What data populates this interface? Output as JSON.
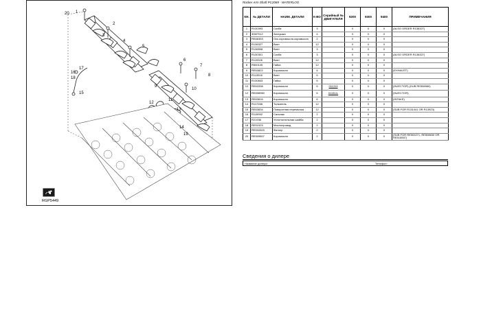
{
  "diagram": {
    "figure_code": "RGP5449",
    "logo": "john-deere-deer-logo",
    "callouts": [
      "20",
      "1",
      "2",
      "3",
      "4",
      "5",
      "6",
      "7",
      "8",
      "9",
      "10",
      "11",
      "12",
      "13",
      "14",
      "15",
      "16",
      "17",
      "18",
      "19"
    ]
  },
  "document": {
    "title": "Rocker Arm Shaft PC2069 - WATERLOO",
    "columns": {
      "item": "КН.",
      "part_no": "№ ДЕТАЛИ",
      "name": "НАИМ. ДЕТАЛИ",
      "qty": "К-ВО",
      "serial": "Серийный № ДВИГАТЕЛЯ",
      "m9200": "9200",
      "m9300": "9300",
      "m9400": "9400",
      "notes": "ПРИМЕЧАНИЯ"
    },
    "rows": [
      {
        "item": "1",
        "part_no": "R130393",
        "name": "Скоба",
        "qty": "3",
        "serial": "",
        "m9200": "X",
        "m9300": "X",
        "m9400": "X",
        "notes": "(ALSO ORDER R136327)"
      },
      {
        "item": "2",
        "part_no": "30M7012",
        "name": "Заглушка",
        "qty": "4",
        "serial": "",
        "m9200": "X",
        "m9300": "X",
        "m9400": "X",
        "notes": ""
      },
      {
        "item": "3",
        "part_no": "RE66353",
        "name": "Ось коромысла коромысла",
        "qty": "2",
        "serial": "",
        "m9200": "X",
        "m9300": "X",
        "m9400": "X",
        "notes": ""
      },
      {
        "item": "4",
        "part_no": "R136327",
        "name": "Винт",
        "qty": "12",
        "serial": "",
        "m9200": "X",
        "m9300": "X",
        "m9400": "X",
        "notes": ""
      },
      {
        "item": "5",
        "part_no": "R136508",
        "name": "Винт",
        "qty": "3",
        "serial": "",
        "m9200": "X",
        "m9300": "X",
        "m9400": "X",
        "notes": ""
      },
      {
        "item": "6",
        "part_no": "R130301",
        "name": "Скоба",
        "qty": "3",
        "serial": "",
        "m9200": "X",
        "m9300": "X",
        "m9400": "X",
        "notes": "(ALSO ORDER R136327)"
      },
      {
        "item": "7",
        "part_no": "R119326",
        "name": "Винт",
        "qty": "12",
        "serial": "",
        "m9200": "X",
        "m9300": "X",
        "m9400": "X",
        "notes": ""
      },
      {
        "item": "8",
        "part_no": "R500145",
        "name": "Гайка",
        "qty": "12",
        "serial": "",
        "m9200": "X",
        "m9300": "X",
        "m9400": "X",
        "notes": ""
      },
      {
        "item": "9",
        "part_no": "RE63822",
        "name": "Коромысло",
        "qty": "6",
        "serial": "",
        "m9200": "X",
        "m9300": "X",
        "m9400": "X",
        "notes": "(EXHAUST)"
      },
      {
        "item": "10",
        "part_no": "R113516",
        "name": "Винт",
        "qty": "6",
        "serial": "",
        "m9200": "X",
        "m9300": "X",
        "m9400": "X",
        "notes": ""
      },
      {
        "item": "11",
        "part_no": "R130843",
        "name": "Гайка",
        "qty": "6",
        "serial": "",
        "m9200": "X",
        "m9300": "X",
        "m9400": "X",
        "notes": ""
      },
      {
        "item": "12",
        "part_no": "RE63338",
        "name": "Коромысло",
        "qty": "6",
        "serial": "011313",
        "m9200": "X",
        "m9300": "X",
        "m9400": "X",
        "notes": "(INJECTOR) (SUB RE508960)"
      },
      {
        "item": "12",
        "part_no": "RE508960",
        "name": "Коромысло",
        "qty": "6",
        "serial": "011314-",
        "m9200": "X",
        "m9300": "X",
        "m9400": "X",
        "notes": "(INJECTOR)"
      },
      {
        "item": "13",
        "part_no": "RE63816",
        "name": "Коромысло",
        "qty": "6",
        "serial": "",
        "m9200": "X",
        "m9300": "X",
        "m9400": "X",
        "notes": "(INTAKE)"
      },
      {
        "item": "14",
        "part_no": "R117288",
        "name": "Толкатель",
        "qty": "12",
        "serial": "",
        "m9200": "X",
        "m9300": "X",
        "m9400": "X",
        "notes": ""
      },
      {
        "item": "15",
        "part_no": "RE63834",
        "name": "Поворотная перемычка",
        "qty": "12",
        "serial": "",
        "m9200": "X",
        "m9300": "X",
        "m9400": "X",
        "notes": "(SUB FOR R131441 OR R13923)"
      },
      {
        "item": "16",
        "part_no": "R115992",
        "name": "Сальник",
        "qty": "2",
        "serial": "",
        "m9200": "X",
        "m9300": "X",
        "m9400": "X",
        "notes": ""
      },
      {
        "item": "17",
        "part_no": "R21936",
        "name": "Уплотнительная шайба",
        "qty": "2",
        "serial": "",
        "m9200": "X",
        "m9300": "X",
        "m9400": "X",
        "notes": ""
      },
      {
        "item": "18",
        "part_no": "RE51929",
        "name": "Маслопровод",
        "qty": "2",
        "serial": "",
        "m9200": "X",
        "m9300": "X",
        "m9400": "X",
        "notes": ""
      },
      {
        "item": "19",
        "part_no": "RE502603",
        "name": "Фильтр",
        "qty": "2",
        "serial": "",
        "m9200": "X",
        "m9300": "X",
        "m9400": "X",
        "notes": ""
      },
      {
        "item": "20",
        "part_no": "RE509807",
        "name": "Коромысло",
        "qty": "2",
        "serial": "",
        "m9200": "X",
        "m9300": "X",
        "m9400": "X",
        "notes": "(SUB FOR RE503271, RE508630 OR RE515557)"
      }
    ]
  },
  "dealer": {
    "title": "Сведения о дилере",
    "name_label": "Название дилера:",
    "phone_label": "Телефон:"
  }
}
